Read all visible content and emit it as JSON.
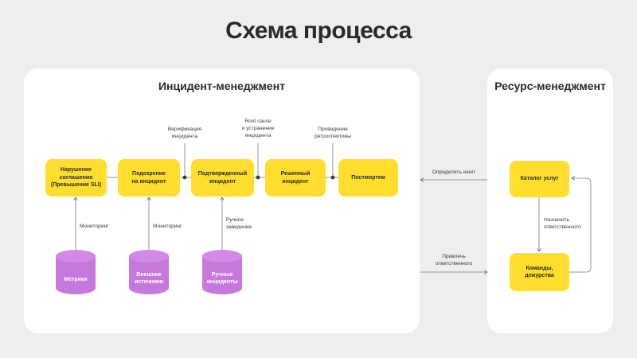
{
  "title": "Схема процесса",
  "incident_panel": {
    "title": "Инцидент-менеджмент",
    "steps": [
      "Нарушение\nсоглашения\n(Превышение SLI)",
      "Подозрение\nна инцидент",
      "Подтвержденный\nинцидент",
      "Решенный\nинцидент",
      "Постмортем"
    ],
    "transitions": [
      "Верификация\nинцидента",
      "Root cause\nи устранение\nинцидента",
      "Проведение\nретроспективы"
    ],
    "sources": [
      "Метрики",
      "Внешние\nисточники",
      "Ручные\nинциденты"
    ],
    "source_labels": [
      "Мониторинг",
      "Мониторинг",
      "Ручное\nзаведение"
    ]
  },
  "resource_panel": {
    "title": "Ресурс-менеджмент",
    "catalog": "Каталог услуг",
    "teams": "Команды,\nдежурства",
    "assign_label": "Назначить\nответственного"
  },
  "cross_links": {
    "define_unit": "Определить юнит",
    "involve": "Привлечь\nответственного"
  },
  "colors": {
    "background": "#eeeeee",
    "panel": "#ffffff",
    "box": "#ffde2e",
    "cylinder": "#c678dd",
    "line": "#7a7a7a"
  }
}
